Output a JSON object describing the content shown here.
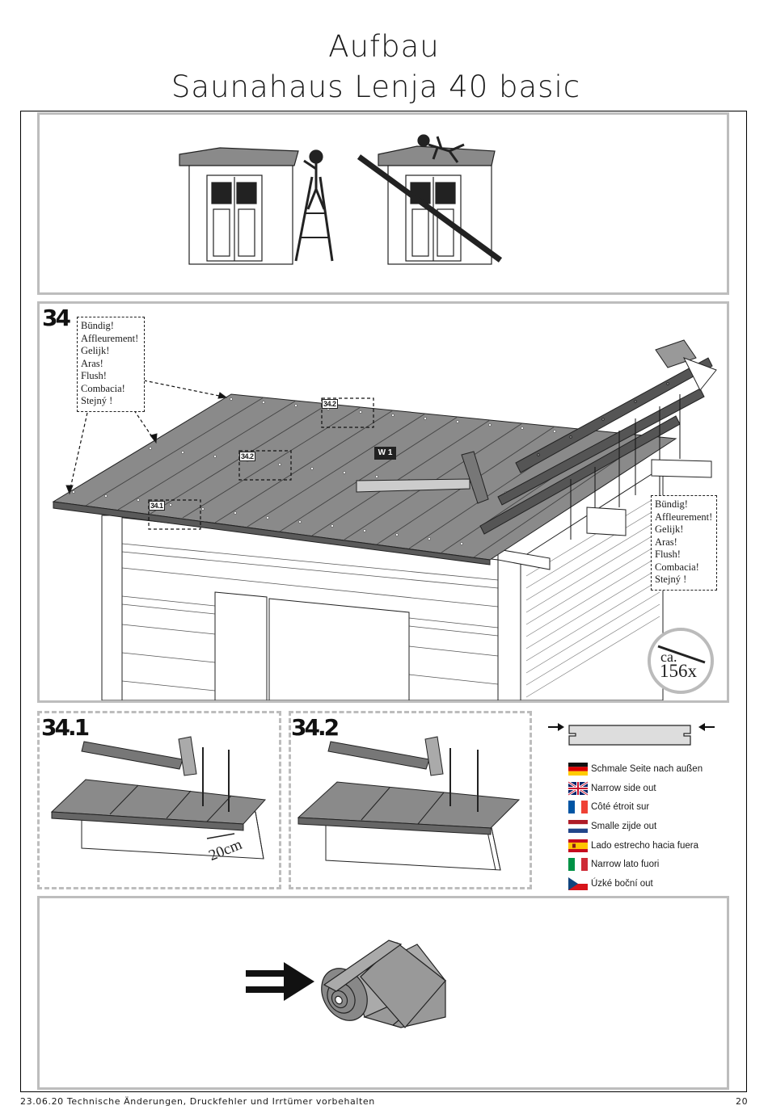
{
  "header": {
    "line1": "Aufbau",
    "line2": "Saunahaus Lenja 40 basic"
  },
  "step_main": {
    "number": "34",
    "flush_note": [
      "Bündig!",
      "Affleurement!",
      "Gelijk!",
      "Aras!",
      "Flush!",
      "Combacia!",
      "Stejný !"
    ],
    "detail_labels": [
      "34.2",
      "34.2",
      "34.1"
    ],
    "part_label": "W 1",
    "nail_count": {
      "prefix": "ca.",
      "count": "156x"
    }
  },
  "step_detail_1": {
    "number": "34.1",
    "measure": "20cm"
  },
  "step_detail_2": {
    "number": "34.2"
  },
  "legend": [
    {
      "flag": "de-flag-icon",
      "text": "Schmale Seite nach außen"
    },
    {
      "flag": "gb-flag-icon",
      "text": "Narrow side out"
    },
    {
      "flag": "fr-flag-icon",
      "text": "Côté étroit sur"
    },
    {
      "flag": "nl-flag-icon",
      "text": "Smalle zijde out"
    },
    {
      "flag": "es-flag-icon",
      "text": "Lado estrecho hacia fuera"
    },
    {
      "flag": "it-flag-icon",
      "text": "Narrow lato fuori"
    },
    {
      "flag": "cz-flag-icon",
      "text": "Úzké boční out"
    }
  ],
  "footer": {
    "disclaimer": "23.06.20 Technische Änderungen, Druckfehler und Irrtümer vorbehalten",
    "page": "20"
  }
}
